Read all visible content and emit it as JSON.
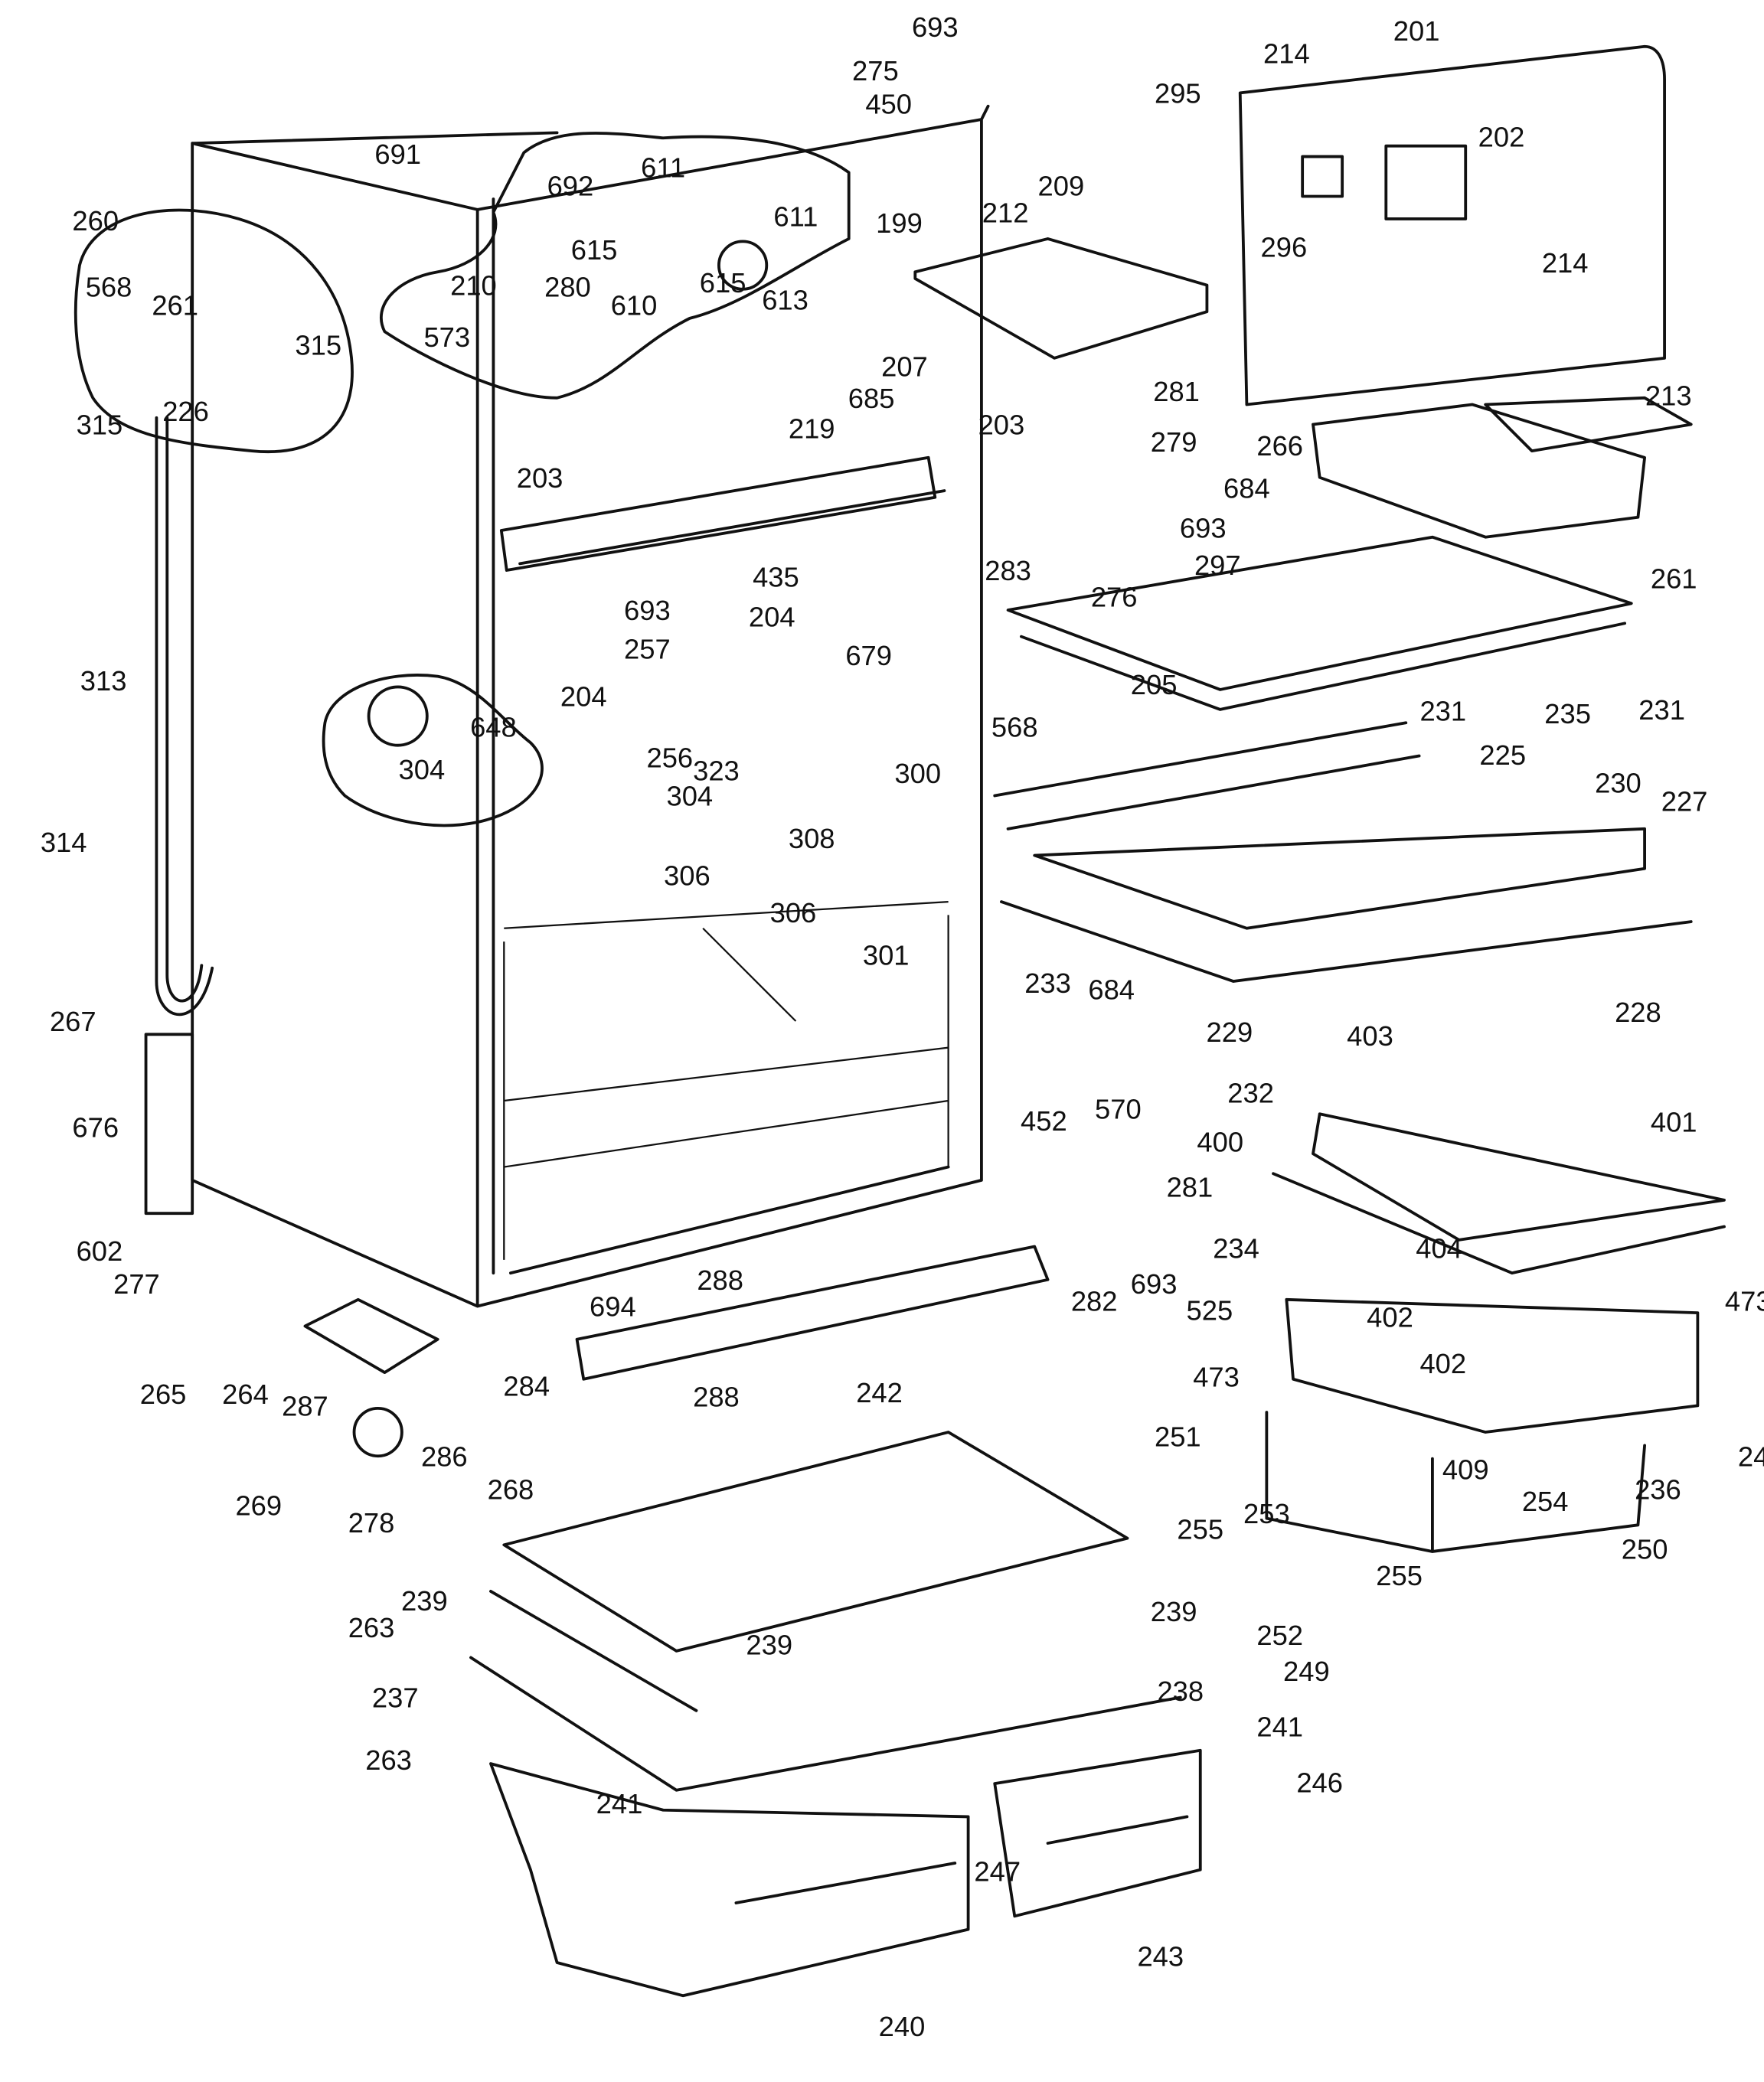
{
  "diagram": {
    "type": "exploded parts diagram",
    "part_labels": [
      "693",
      "275",
      "450",
      "201",
      "214",
      "295",
      "691",
      "692",
      "611",
      "611",
      "199",
      "202",
      "260",
      "209",
      "212",
      "296",
      "214",
      "615",
      "615",
      "610",
      "613",
      "210",
      "280",
      "568",
      "261",
      "573",
      "207",
      "315",
      "315",
      "226",
      "685",
      "281",
      "213",
      "203",
      "219",
      "266",
      "279",
      "203",
      "684",
      "693",
      "297",
      "261",
      "283",
      "276",
      "435",
      "693",
      "204",
      "257",
      "204",
      "679",
      "313",
      "205",
      "235",
      "231",
      "231",
      "648",
      "256",
      "300",
      "568",
      "225",
      "323",
      "304",
      "304",
      "230",
      "227",
      "308",
      "314",
      "306",
      "306",
      "301",
      "228",
      "229",
      "233",
      "684",
      "267",
      "570",
      "232",
      "403",
      "401",
      "452",
      "400",
      "676",
      "281",
      "404",
      "234",
      "602",
      "277",
      "288",
      "694",
      "282",
      "693",
      "525",
      "473",
      "402",
      "402",
      "473",
      "265",
      "264",
      "287",
      "288",
      "284",
      "242",
      "251",
      "24",
      "409",
      "254",
      "236",
      "286",
      "268",
      "269",
      "278",
      "250",
      "255",
      "253",
      "255",
      "239",
      "263",
      "239",
      "252",
      "239",
      "249",
      "238",
      "237",
      "241",
      "263",
      "246",
      "241",
      "247",
      "243",
      "240"
    ]
  }
}
